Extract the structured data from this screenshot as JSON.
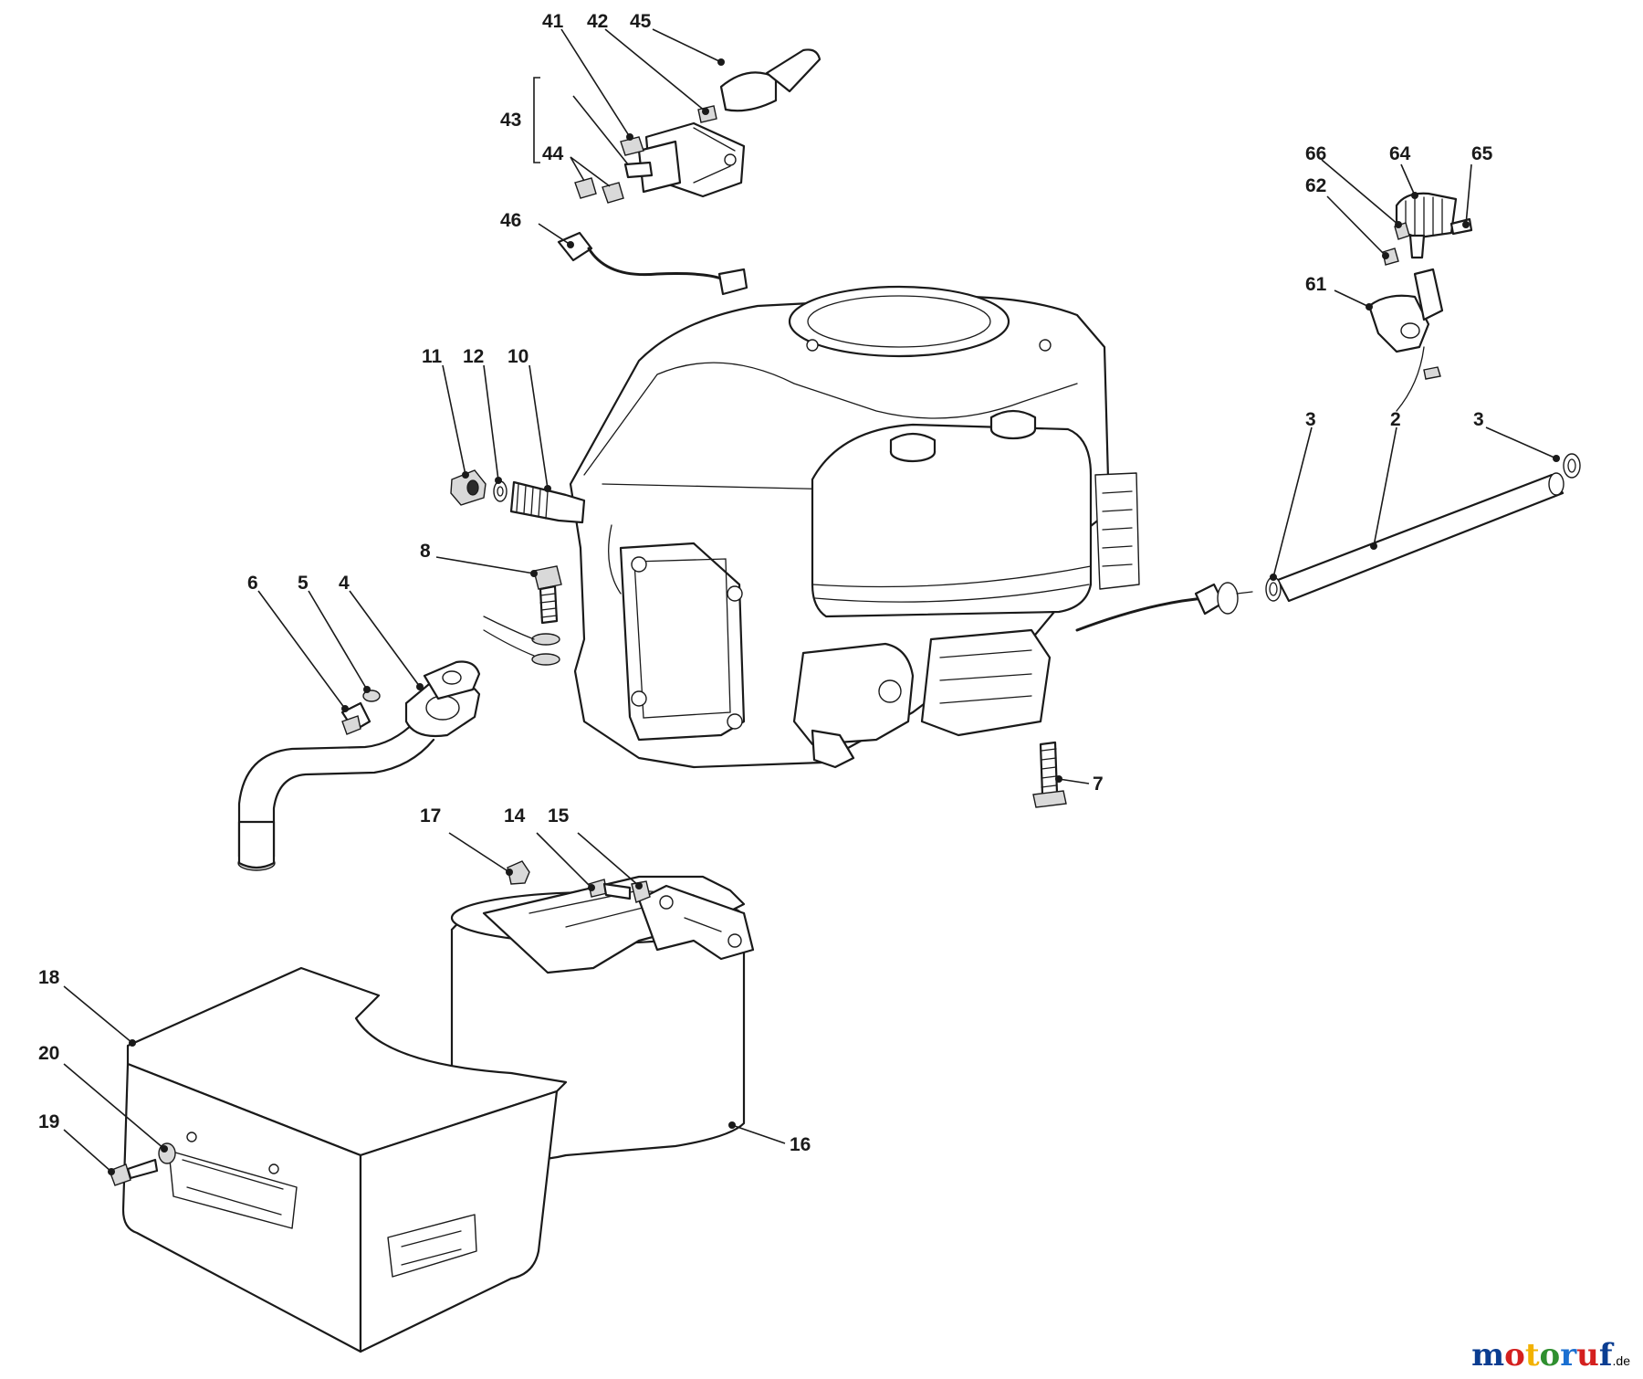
{
  "labels": {
    "l41": "41",
    "l42": "42",
    "l45": "45",
    "l43": "43",
    "l44": "44",
    "l46": "46",
    "l66": "66",
    "l64": "64",
    "l65": "65",
    "l62": "62",
    "l61": "61",
    "l11": "11",
    "l12": "12",
    "l10": "10",
    "l8": "8",
    "l3a": "3",
    "l2": "2",
    "l3b": "3",
    "l6": "6",
    "l5": "5",
    "l4": "4",
    "l7": "7",
    "l17": "17",
    "l14": "14",
    "l15": "15",
    "l18": "18",
    "l20": "20",
    "l19": "19",
    "l16": "16"
  },
  "watermark": {
    "text_m": "m",
    "text_o1": "o",
    "text_t": "t",
    "text_o2": "o",
    "text_r": "r",
    "text_u": "u",
    "text_f": "f",
    "suffix": ".de",
    "colors": [
      "#0a3d91",
      "#d4201f",
      "#f2b100",
      "#2f8f2f",
      "#1a6fd1",
      "#d4201f",
      "#0a3d91"
    ]
  }
}
